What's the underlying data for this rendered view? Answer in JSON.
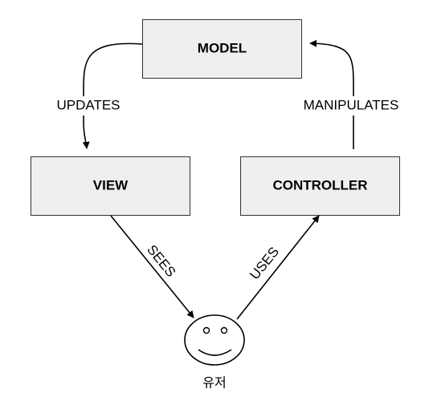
{
  "nodes": {
    "model": {
      "label": "MODEL"
    },
    "view": {
      "label": "VIEW"
    },
    "controller": {
      "label": "CONTROLLER"
    },
    "user": {
      "label": "유저"
    }
  },
  "edges": {
    "updates": {
      "label": "UPDATES"
    },
    "manipulates": {
      "label": "MANIPULATES"
    },
    "sees": {
      "label": "SEES"
    },
    "uses": {
      "label": "USES"
    }
  },
  "colors": {
    "box_fill": "#efefef",
    "box_stroke": "#333333",
    "line": "#000000"
  }
}
